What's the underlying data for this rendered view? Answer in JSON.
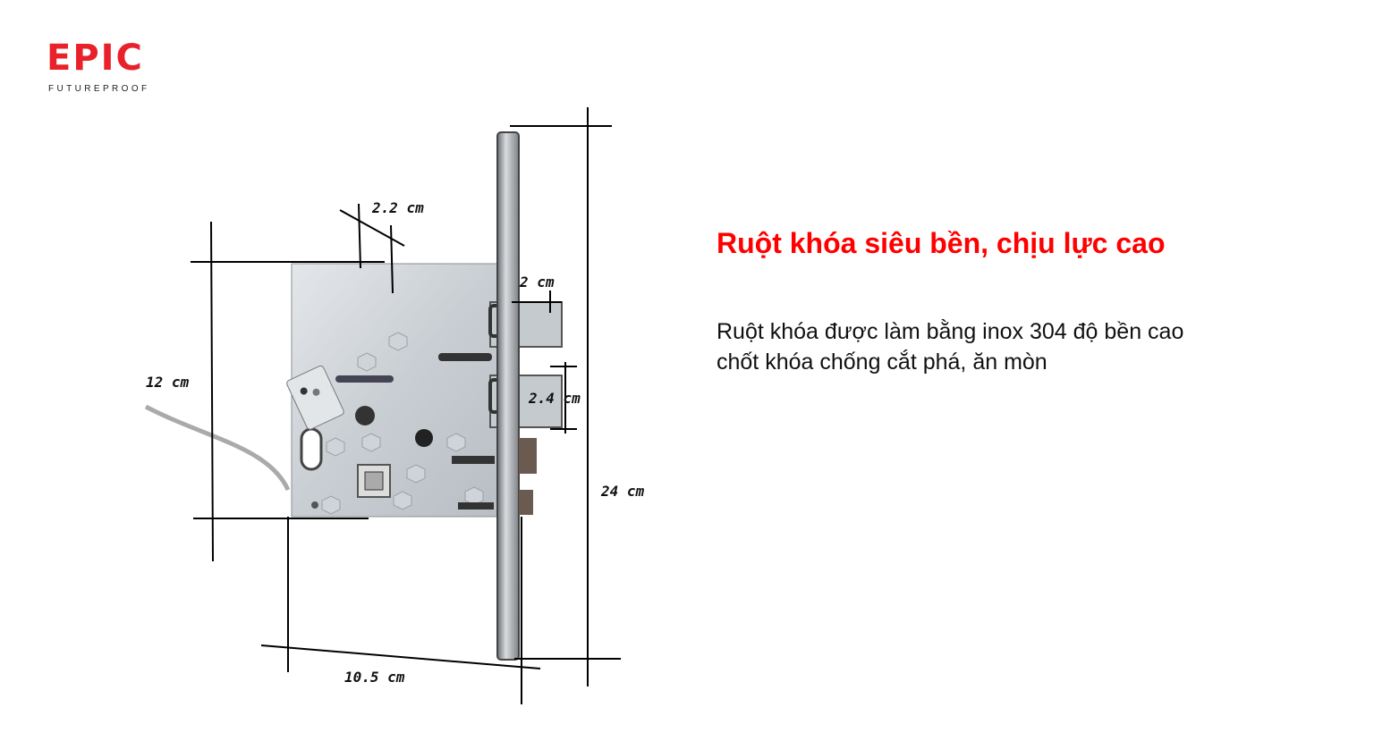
{
  "logo": {
    "brand": "EPIC",
    "tagline": "FUTUREPROOF"
  },
  "heading": "Ruột khóa siêu bền, chịu lực cao",
  "description": [
    "Ruột khóa được làm bằng inox 304 độ bền cao",
    "chốt khóa chống cắt phá, ăn mòn"
  ],
  "dimensions": {
    "bolt_offset": "2.2 cm",
    "bolt_projection": "2 cm",
    "body_height": "12 cm",
    "deadbolt_height": "2.4 cm",
    "faceplate_height": "24 cm",
    "body_depth": "10.5 cm"
  },
  "colors": {
    "brand": "#e8212a",
    "heading": "#ff0000"
  }
}
